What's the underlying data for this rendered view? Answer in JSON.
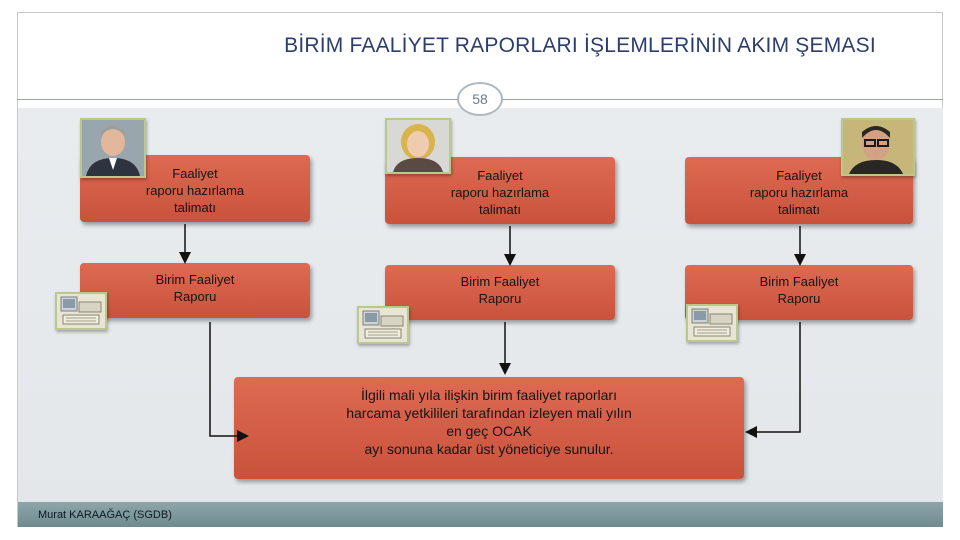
{
  "title": "BİRİM FAALİYET RAPORLARI İŞLEMLERİNİN AKIM ŞEMASI",
  "page_number": "58",
  "columns": [
    {
      "talimat": [
        "Faaliyet",
        "raporu hazırlama",
        "talimatı"
      ],
      "rapor": [
        "Birim Faaliyet",
        "Raporu"
      ],
      "photo_icon": "man-portrait-icon"
    },
    {
      "talimat": [
        "Faaliyet",
        "raporu hazırlama",
        "talimatı"
      ],
      "rapor": [
        "Birim Faaliyet",
        "Raporu"
      ],
      "photo_icon": "woman-portrait-icon"
    },
    {
      "talimat": [
        "Faaliyet",
        "raporu hazırlama",
        "talimatı"
      ],
      "rapor": [
        "Birim Faaliyet",
        "Raporu"
      ],
      "photo_icon": "man-glasses-portrait-icon"
    }
  ],
  "final_box": [
    "İlgili mali yıla ilişkin birim faaliyet raporları",
    "harcama yetkilileri tarafından izleyen mali yılın",
    "en geç OCAK",
    "ayı sonuna kadar üst yöneticiye sunulur."
  ],
  "footer": "Murat KARAAĞAÇ (SGDB)",
  "colors": {
    "box": "#d35e47",
    "title": "#2c3e6e",
    "footer": "#7f989c"
  }
}
